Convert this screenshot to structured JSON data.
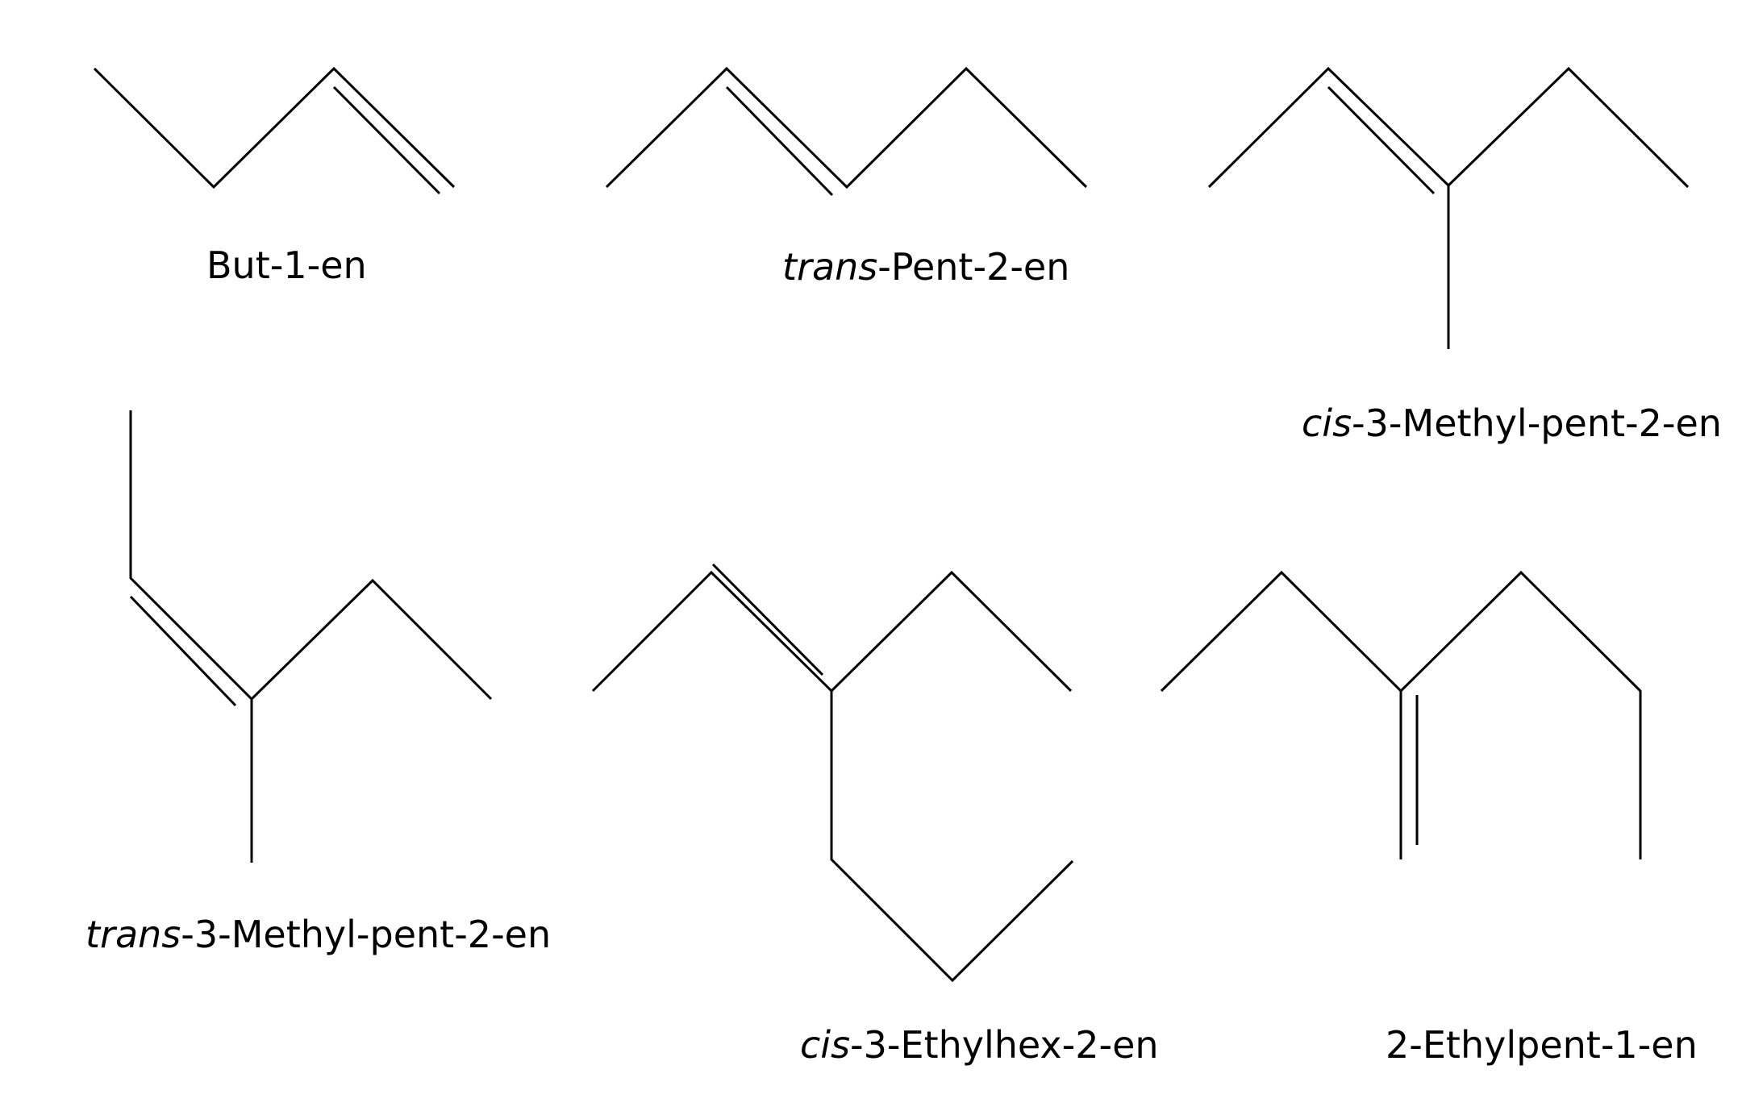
{
  "molecules": [
    {
      "name": "but-1-ene",
      "prefix": "",
      "label": "But-1-en"
    },
    {
      "name": "trans-pent-2-ene",
      "prefix": "trans",
      "label": "-Pent-2-en"
    },
    {
      "name": "cis-3-methylpent-2-ene",
      "prefix": "cis",
      "label": "-3-Methyl-pent-2-en"
    },
    {
      "name": "trans-3-methylpent-2-ene",
      "prefix": "trans",
      "label": "-3-Methyl-pent-2-en"
    },
    {
      "name": "cis-3-ethylhex-2-ene",
      "prefix": "cis",
      "label": "-3-Ethylhex-2-en"
    },
    {
      "name": "2-ethylpent-1-ene",
      "prefix": "",
      "label": "2-Ethylpent-1-en"
    }
  ],
  "colors": {
    "bond": "#000000",
    "text": "#000000",
    "background": "#ffffff"
  }
}
